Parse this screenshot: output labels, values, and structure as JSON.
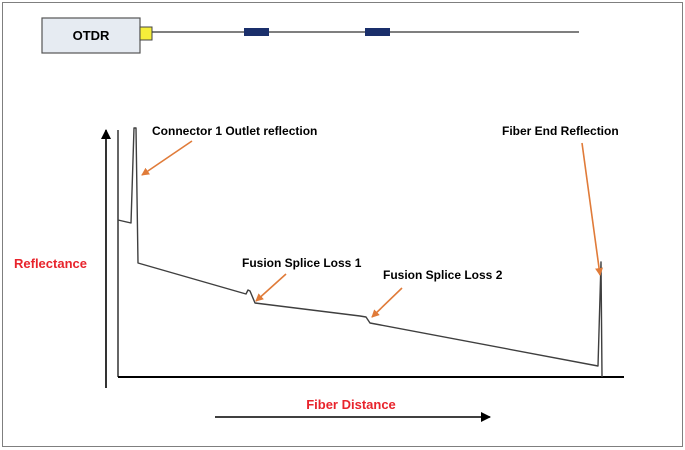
{
  "device": {
    "label": "OTDR"
  },
  "axes": {
    "y_label": "Reflectance",
    "x_label": "Fiber Distance"
  },
  "annotations": {
    "connector": "Connector 1 Outlet reflection",
    "fiber_end": "Fiber End Reflection",
    "splice1": "Fusion Splice Loss 1",
    "splice2": "Fusion Splice Loss 2"
  },
  "colors": {
    "axis_label": "#e8242c",
    "arrow": "#e07b39",
    "splice_block": "#1a2f6b",
    "connector_block": "#f5ee3a",
    "device_fill": "#e6ebf2",
    "trace": "#3f3f3f"
  }
}
